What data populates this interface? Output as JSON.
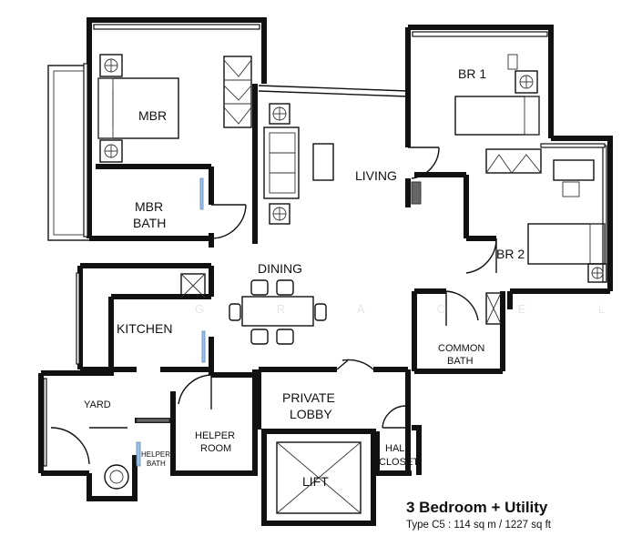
{
  "rooms": {
    "mbr": "MBR",
    "mbr_bath_1": "MBR",
    "mbr_bath_2": "BATH",
    "br1": "BR 1",
    "br2": "BR 2",
    "living": "LIVING",
    "dining": "DINING",
    "kitchen": "KITCHEN",
    "common_bath_1": "COMMON",
    "common_bath_2": "BATH",
    "yard": "YARD",
    "helper_room_1": "HELPER",
    "helper_room_2": "ROOM",
    "helper_bath_1": "HELPER",
    "helper_bath_2": "BATH",
    "private_lobby_1": "PRIVATE",
    "private_lobby_2": "LOBBY",
    "hall_closet_1": "HALL",
    "hall_closet_2": "CLOSET",
    "lift": "LIFT"
  },
  "watermark": "G R A C E  L I N",
  "legend": {
    "title": "3 Bedroom + Utility",
    "subtitle": "Type C5 : 114 sq m / 1227 sq ft"
  }
}
